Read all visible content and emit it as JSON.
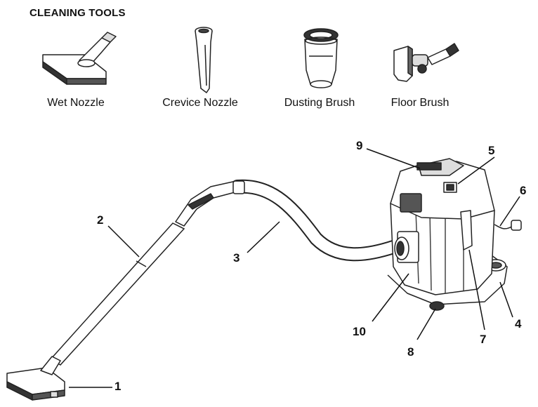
{
  "heading": "CLEANING TOOLS",
  "tools": [
    {
      "label": "Wet Nozzle",
      "icon": "wet-nozzle-icon"
    },
    {
      "label": "Crevice Nozzle",
      "icon": "crevice-nozzle-icon"
    },
    {
      "label": "Dusting Brush",
      "icon": "dusting-brush-icon"
    },
    {
      "label": "Floor Brush",
      "icon": "floor-brush-icon"
    }
  ],
  "callouts": [
    "1",
    "2",
    "3",
    "4",
    "5",
    "6",
    "7",
    "8",
    "9",
    "10"
  ]
}
